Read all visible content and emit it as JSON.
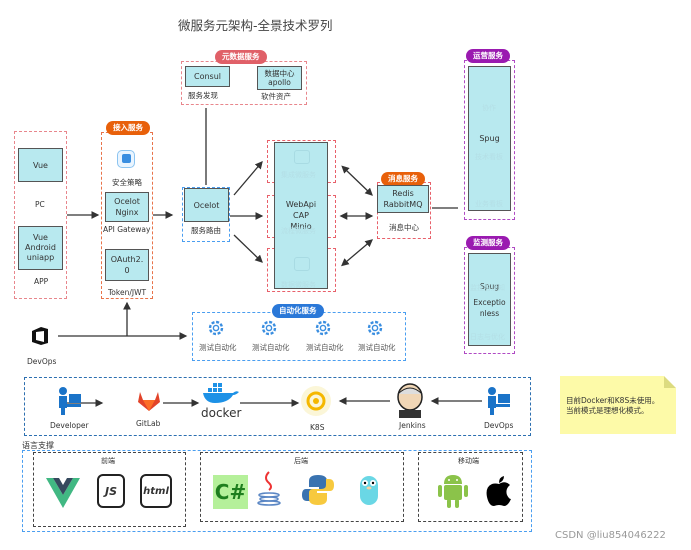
{
  "title": "微服务元架构-全景技术罗列",
  "metadata_service": {
    "badge": "元数据服务",
    "consul": {
      "box": "Consul",
      "label": "服务发现"
    },
    "apollo": {
      "box_line1": "数据中心",
      "box_line2": "apollo",
      "label": "软件资产"
    }
  },
  "clients": {
    "pc": {
      "box": "Vue",
      "label": "PC"
    },
    "app": {
      "box_line1": "Vue",
      "box_line2": "Android",
      "box_line3": "uniapp",
      "label": "APP"
    }
  },
  "access_service": {
    "badge": "接入服务",
    "security_label": "安全策略",
    "gateway": {
      "box_line1": "Ocelot",
      "box_line2": "Nginx",
      "label": "API Gateway"
    },
    "auth": {
      "box_line1": "OAuth2.",
      "box_line2": "0",
      "label": "Token/JWT"
    }
  },
  "routing": {
    "box": "Ocelot",
    "label": "服务路由"
  },
  "microservices": {
    "box_line1": "WebApi",
    "box_line2": "CAP",
    "box_line3": "Minio",
    "faint_labels": [
      "集成微服务",
      "流程微服务",
      "数据微服务"
    ]
  },
  "message_service": {
    "badge": "消息服务",
    "box_line1": "Redis",
    "box_line2": "RabbitMQ",
    "label": "消息中心"
  },
  "ops_service": {
    "badge": "运营服务",
    "box": "Spug",
    "faint_labels": [
      "协作",
      "技术看板",
      "业务看板"
    ]
  },
  "monitor_service": {
    "badge": "监测服务",
    "box_line1": "Spug",
    "box_line2": "Exceptio",
    "box_line3": "nless",
    "faint_labels": [
      "监控与通知",
      "日志与优化"
    ]
  },
  "automation_service": {
    "badge": "自动化服务",
    "items": [
      "测试自动化",
      "测试自动化",
      "测试自动化",
      "测试自动化"
    ]
  },
  "devops_left": {
    "label": "DevOps"
  },
  "pipeline": {
    "items": [
      {
        "label": "Developer",
        "icon": "developer-icon"
      },
      {
        "label": "GitLab",
        "icon": "gitlab-icon"
      },
      {
        "label": "docker",
        "icon": "docker-icon"
      },
      {
        "label": "K8S",
        "icon": "kubernetes-icon"
      },
      {
        "label": "Jenkins",
        "icon": "jenkins-icon"
      },
      {
        "label": "DevOps",
        "icon": "devops-icon"
      }
    ]
  },
  "note": {
    "line1": "目前Docker和K8S未使用。",
    "line2": "当前模式是理想化模式。"
  },
  "language_support": {
    "title": "语言支撑",
    "frontend": {
      "title": "前端",
      "js": "JS",
      "html": "html"
    },
    "backend": {
      "title": "后端",
      "csharp": "C#"
    },
    "mobile": {
      "title": "移动端"
    }
  },
  "watermark": "CSDN @liu854046222",
  "colors": {
    "metadata_badge": "#e06068",
    "access_badge": "#e8600a",
    "message_badge": "#e8600a",
    "ops_badge": "#9a1ab0",
    "automation_badge": "#2a78d8",
    "box_fill": "#b8e9ef"
  }
}
